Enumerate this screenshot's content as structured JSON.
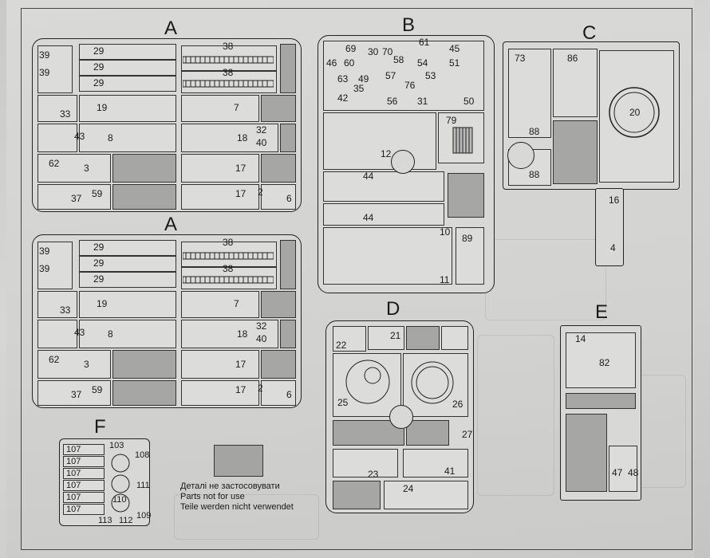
{
  "sprue_letters": {
    "a1": "A",
    "a2": "A",
    "b": "B",
    "c": "C",
    "d": "D",
    "e": "E",
    "f": "F"
  },
  "sprue_a": {
    "n38": "38",
    "n39": "39",
    "n29": "29",
    "n33": "33",
    "n19": "19",
    "n7": "7",
    "n43": "43",
    "n8": "8",
    "n18": "18",
    "n32": "32",
    "n40": "40",
    "n62": "62",
    "n3": "3",
    "n17": "17",
    "n37": "37",
    "n59": "59",
    "n2": "2",
    "n6": "6"
  },
  "sprue_b": {
    "n69": "69",
    "n46": "46",
    "n60": "60",
    "n30": "30",
    "n70": "70",
    "n58": "58",
    "n61": "61",
    "n54": "54",
    "n45": "45",
    "n51": "51",
    "n63": "63",
    "n49": "49",
    "n57": "57",
    "n53": "53",
    "n76": "76",
    "n42": "42",
    "n35": "35",
    "n56": "56",
    "n31": "31",
    "n50": "50",
    "n12": "12",
    "n79": "79",
    "n44": "44",
    "n10": "10",
    "n89": "89",
    "n11": "11"
  },
  "sprue_c": {
    "n73": "73",
    "n86": "86",
    "n20": "20",
    "n88": "88",
    "n16": "16",
    "n4": "4"
  },
  "sprue_d": {
    "n22": "22",
    "n21": "21",
    "n25": "25",
    "n26": "26",
    "n27": "27",
    "n23": "23",
    "n41": "41",
    "n24": "24"
  },
  "sprue_e": {
    "n14": "14",
    "n82": "82",
    "n47": "47",
    "n48": "48"
  },
  "sprue_f": {
    "n107": "107",
    "n103": "103",
    "n108": "108",
    "n111": "111",
    "n110": "110",
    "n113": "113",
    "n112": "112",
    "n109": "109"
  },
  "legend": {
    "line_uk": "Деталі не застосовувати",
    "line_en": "Parts not for use",
    "line_de": "Teile werden nicht verwendet"
  },
  "colors": {
    "not_for_use": "#a4a4a2",
    "paper": "#d6d6d4",
    "ink": "#1a1a1a"
  }
}
